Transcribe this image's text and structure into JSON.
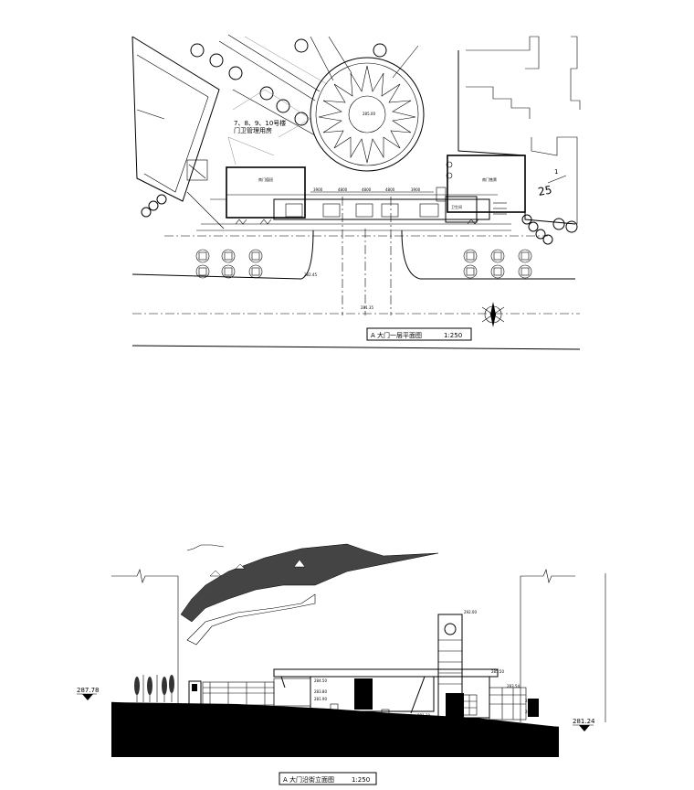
{
  "plan": {
    "title": "A 大门一层平面图",
    "scale": "1:250",
    "note_line1": "7、8、9、10号楼",
    "note_line2": "门卫管理用房",
    "room_left": "南门值班",
    "room_right": "南门售票",
    "room_small": "卫生间",
    "building_number": "25",
    "center_elev": "285.00",
    "road_elev": "281.35",
    "ground_elev": "282.45",
    "dim_labels": [
      "3900",
      "4800",
      "4800",
      "4800",
      "3900"
    ]
  },
  "elevation": {
    "title": "A 大门沿街立面图",
    "scale": "1:250",
    "left_elev": "287.78",
    "right_elev": "281.24",
    "levels": [
      "284.50",
      "283.80",
      "281.90",
      "281.30",
      "292.00",
      "285.50",
      "283.54",
      "282.60",
      "281.10"
    ]
  }
}
